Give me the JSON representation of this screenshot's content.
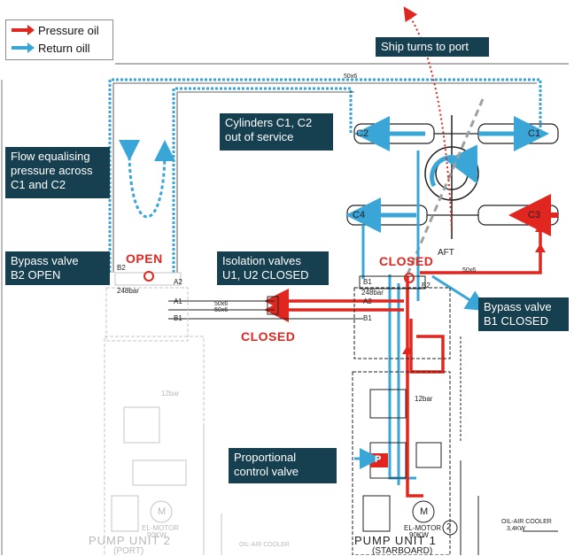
{
  "legend": {
    "pressure_label": "Pressure oil",
    "return_label": "Return oill",
    "pressure_color": "#e0261f",
    "return_color": "#3aa6d8"
  },
  "callouts": {
    "ship_turns": "Ship turns to port",
    "cylinders": [
      "Cylinders C1, C2",
      "out of service"
    ],
    "flow_equalising": [
      "Flow equalising",
      "pressure across",
      "C1 and C2"
    ],
    "bypass_b2": [
      "Bypass valve",
      "B2 OPEN"
    ],
    "isolation": [
      "Isolation valves",
      "U1, U2 CLOSED"
    ],
    "bypass_b1": [
      "Bypass valve",
      "B1 CLOSED"
    ],
    "proportional": [
      "Proportional",
      "control valve"
    ]
  },
  "status_labels": {
    "open": "OPEN",
    "closed_top": "CLOSED",
    "closed_bottom": "CLOSED"
  },
  "diagram_labels": {
    "c1": "C1",
    "c2": "C2",
    "c3": "C3",
    "c4": "C4",
    "aft": "AFT",
    "a1": "A1",
    "a2": "A2",
    "b1": "B1",
    "b2": "B2",
    "a2_right": "A2",
    "b1_right": "B1",
    "b2_right": "B2",
    "b1_top": "B1",
    "pipe_top": "50x6",
    "pipe_right": "50x6",
    "pipe_mid_a": "50x6",
    "pipe_mid_b": "50x6",
    "bar_248_left": "248bar",
    "bar_248_right": "248bar",
    "bar_12_left": "12bar",
    "bar_12_right": "12bar",
    "marker_p": "P",
    "pump_unit_2": "PUMP UNIT 2",
    "pump_unit_1": "PUMP UNIT 1",
    "pump_unit_2_sub": "(PORT)",
    "pump_unit_1_sub": "(STARBOARD)",
    "el_motor_left": "EL-MOTOR",
    "el_motor_right": "EL-MOTOR",
    "motor_kw_left": "90KW",
    "motor_kw_right": "90KW",
    "cooler_left": "OIL-AIR COOLER",
    "cooler_right": "OIL-AIR COOLER",
    "cooler_kw": "3,4KW",
    "motor_m": "M",
    "circle_2": "2"
  }
}
